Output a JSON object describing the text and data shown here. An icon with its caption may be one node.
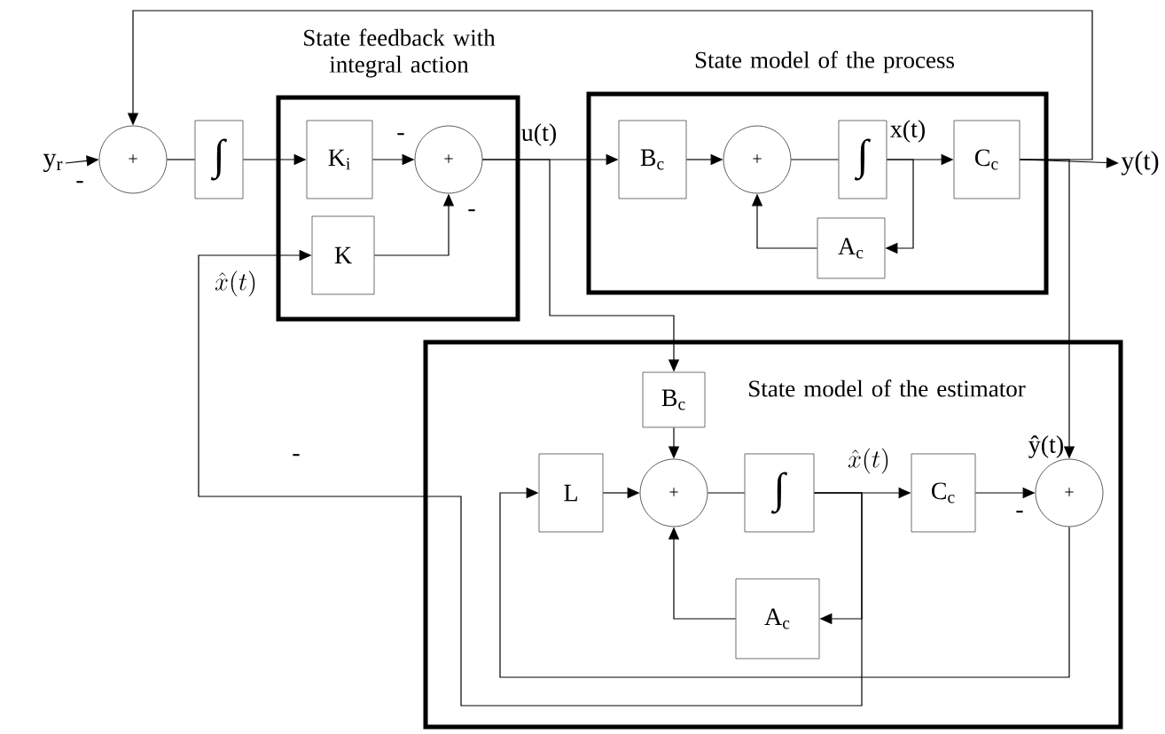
{
  "diagram": {
    "nodes": [
      {
        "text": [
          "State feedback with integral action"
        ]
      },
      {
        "text": [
          "State model of the process"
        ]
      },
      {
        "text": [
          "State model of the estimator"
        ]
      },
      {
        "text": [
          "+"
        ]
      },
      {
        "text": [
          "∫"
        ]
      },
      {
        "text": [
          "K$_{i}$"
        ],
        "in": 0
      },
      {
        "text": [
          "+"
        ],
        "in": 0
      },
      {
        "text": [
          "K"
        ],
        "in": 0
      },
      {
        "text": [
          "B$_{c}$"
        ],
        "in": 1
      },
      {
        "text": [
          "+"
        ],
        "in": 1
      },
      {
        "text": [
          "∫"
        ],
        "in": 1
      },
      {
        "text": [
          "C$_{c}$"
        ],
        "in": 1
      },
      {
        "text": [
          "A$_{c}$"
        ],
        "in": 1
      },
      {
        "text": [
          "B$_{c}$"
        ],
        "in": 2
      },
      {
        "text": [
          "L"
        ],
        "in": 2
      },
      {
        "text": [
          "+"
        ],
        "in": 2
      },
      {
        "text": [
          "∫"
        ],
        "in": 2
      },
      {
        "text": [
          "C$_{c}$"
        ],
        "in": 2
      },
      {
        "text": [
          "+"
        ],
        "in": 2
      },
      {
        "text": [
          "A$_{c}$"
        ],
        "in": 2
      },
      {
        "text": [
          "y$_{r}$"
        ]
      },
      {
        "text": [
          "y(t)"
        ]
      }
    ],
    "edges": [
      {
        "from": 20,
        "to": 3,
        "arrow": "to"
      },
      {
        "from": 3,
        "to": 4,
        "arrow": "none"
      },
      {
        "from": 4,
        "to": 5,
        "arrow": "to"
      },
      {
        "from": 5,
        "to": 6,
        "arrow": "to"
      },
      {
        "from": 7,
        "to": 6,
        "arrow": "to"
      },
      {
        "from": 6,
        "to": 8,
        "arrow": "to"
      },
      {
        "from": 6,
        "to": 13,
        "arrow": "to"
      },
      {
        "from": 8,
        "to": 9,
        "arrow": "to"
      },
      {
        "from": 9,
        "to": 10,
        "arrow": "none"
      },
      {
        "from": 10,
        "to": 11,
        "arrow": "to"
      },
      {
        "from": 10,
        "to": 12,
        "arrow": "to"
      },
      {
        "from": 12,
        "to": 9,
        "arrow": "to"
      },
      {
        "from": 11,
        "to": 21,
        "arrow": "to"
      },
      {
        "from": 11,
        "to": 3,
        "arrow": "to"
      },
      {
        "from": 11,
        "to": 18,
        "arrow": "to"
      },
      {
        "from": 13,
        "to": 15,
        "arrow": "to"
      },
      {
        "from": 14,
        "to": 15,
        "arrow": "to"
      },
      {
        "from": 15,
        "to": 16,
        "arrow": "none"
      },
      {
        "from": 16,
        "to": 17,
        "arrow": "to"
      },
      {
        "from": 16,
        "to": 19,
        "arrow": "to"
      },
      {
        "from": 19,
        "to": 15,
        "arrow": "to"
      },
      {
        "from": 17,
        "to": 18,
        "arrow": "to"
      },
      {
        "from": 18,
        "to": 14,
        "arrow": "to"
      },
      {
        "from": 16,
        "to": 7,
        "arrow": "to"
      }
    ],
    "labels": [
      "-",
      "u(t)",
      "x(t)",
      "-",
      "-",
      "\\hat{x}(t)",
      "-",
      "\\hat{x}(t)",
      "ŷ(t)",
      "-"
    ]
  }
}
